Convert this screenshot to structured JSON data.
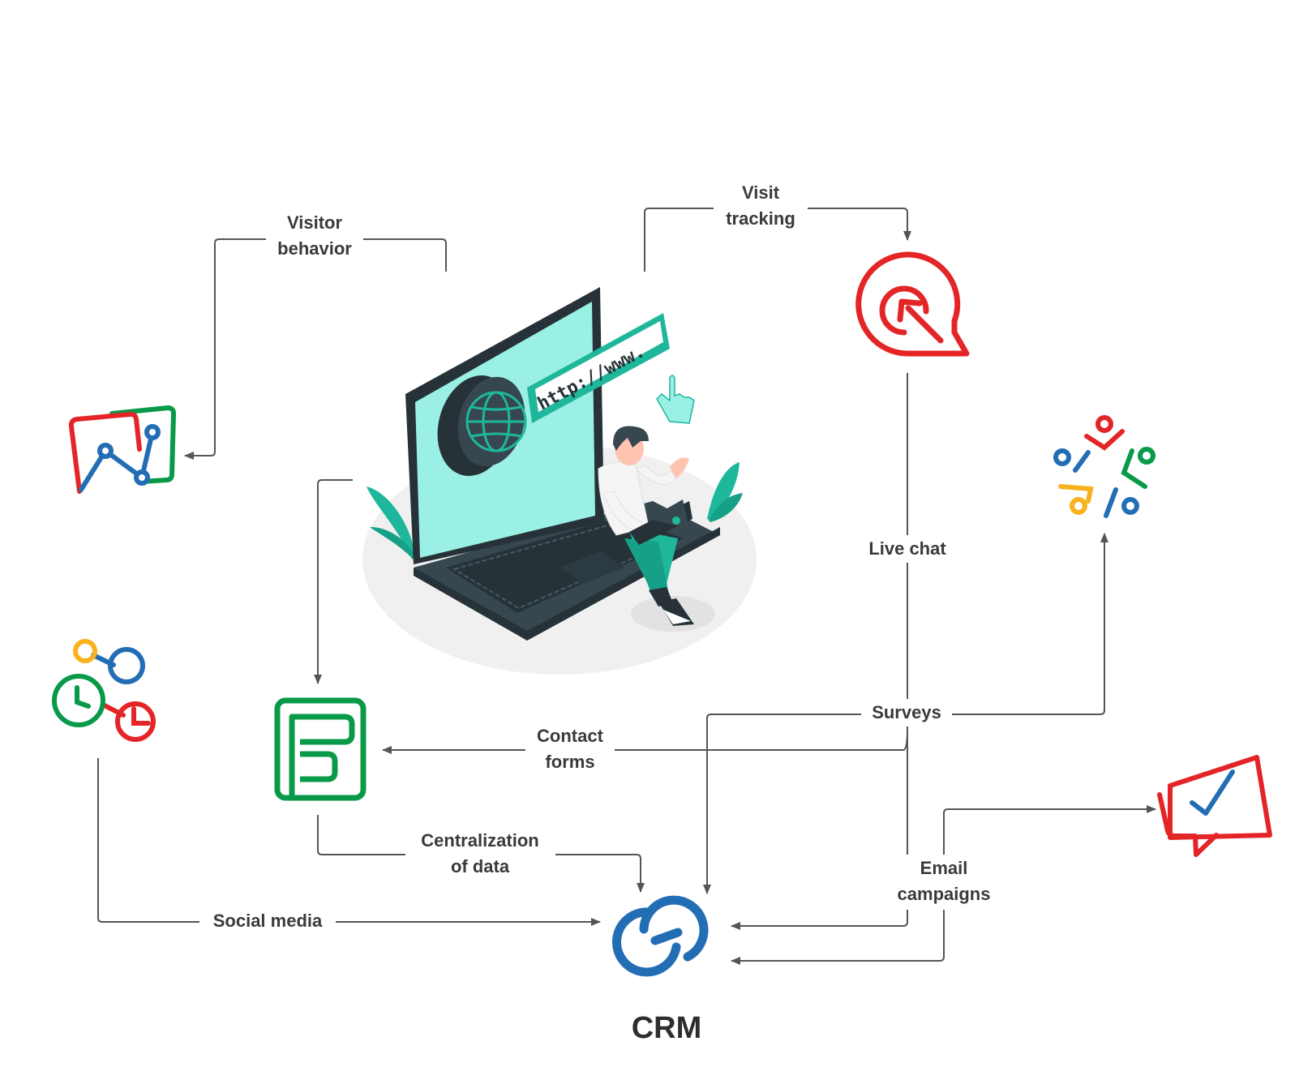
{
  "labels": {
    "visitor_behavior": [
      "Visitor",
      "behavior"
    ],
    "visit_tracking": [
      "Visit",
      "tracking"
    ],
    "live_chat": "Live chat",
    "surveys": "Surveys",
    "contact_forms": [
      "Contact",
      "forms"
    ],
    "centralization": [
      "Centralization",
      "of data"
    ],
    "social_media": "Social media",
    "email_campaigns": [
      "Email",
      "campaigns"
    ],
    "crm": "CRM"
  },
  "illustration": {
    "url_text": "http://www."
  },
  "colors": {
    "red": "#e42527",
    "green": "#089949",
    "blue": "#226db4",
    "yellow": "#f9b21d",
    "teal": "#1fb79b",
    "mint": "#9af0e4",
    "dark": "#37474f",
    "connector": "#555555"
  },
  "icons": {
    "analytics": "analytics-icon",
    "salesiq": "salesiq-icon",
    "community": "community-icon",
    "social": "social-icon",
    "forms": "forms-icon",
    "campaigns": "campaigns-icon",
    "crm": "crm-icon"
  }
}
